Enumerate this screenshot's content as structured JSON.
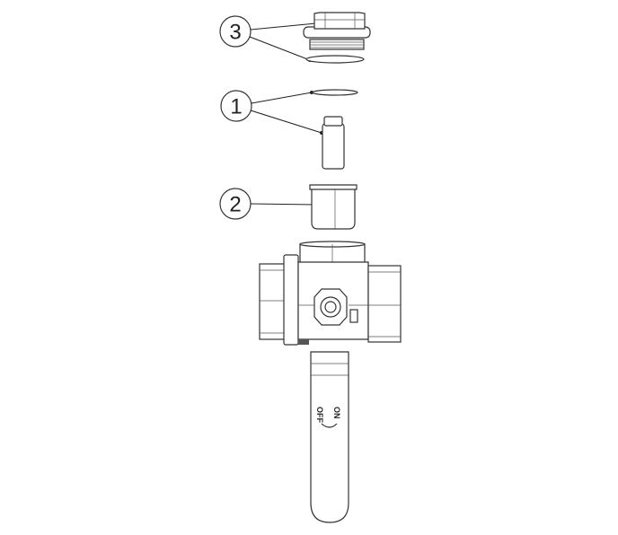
{
  "callouts": [
    {
      "number": "3",
      "parts": [
        "cap-nut",
        "o-ring"
      ]
    },
    {
      "number": "1",
      "parts": [
        "disc",
        "cartridge"
      ]
    },
    {
      "number": "2",
      "parts": [
        "sleeve"
      ]
    }
  ],
  "handle": {
    "on_label": "ON",
    "off_label": "OFF"
  }
}
